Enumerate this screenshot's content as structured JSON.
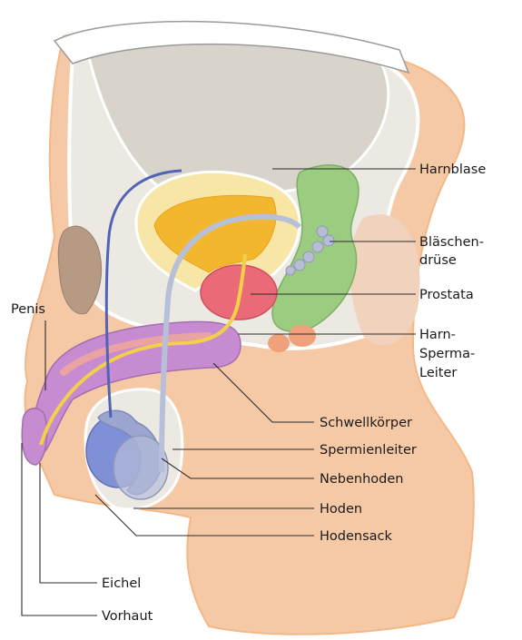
{
  "labels": {
    "harnblase": "Harnblase",
    "blaeschen_1": "Bläschen-",
    "blaeschen_2": "drüse",
    "prostata": "Prostata",
    "harn_1": "Harn-",
    "harn_2": "Sperma-",
    "harn_3": "Leiter",
    "penis": "Penis",
    "schwellkoerper": "Schwellkörper",
    "spermienleiter": "Spermienleiter",
    "nebenhoden": "Nebenhoden",
    "hoden": "Hoden",
    "hodensack": "Hodensack",
    "eichel": "Eichel",
    "vorhaut": "Vorhaut"
  },
  "colors": {
    "skin": "#f6c9a6",
    "skin_outline": "#f4b887",
    "cavity": "#ece9e3",
    "bladder": "#f7e6a6",
    "urine": "#f3b72e",
    "prostate": "#ea6a78",
    "seminal_vesicle": "#9ccc80",
    "erectile_tissue": "#c68bd0",
    "testis": "#7f90d6",
    "vas_deferens": "#b8bfd8",
    "urethra": "#f3d04a"
  }
}
